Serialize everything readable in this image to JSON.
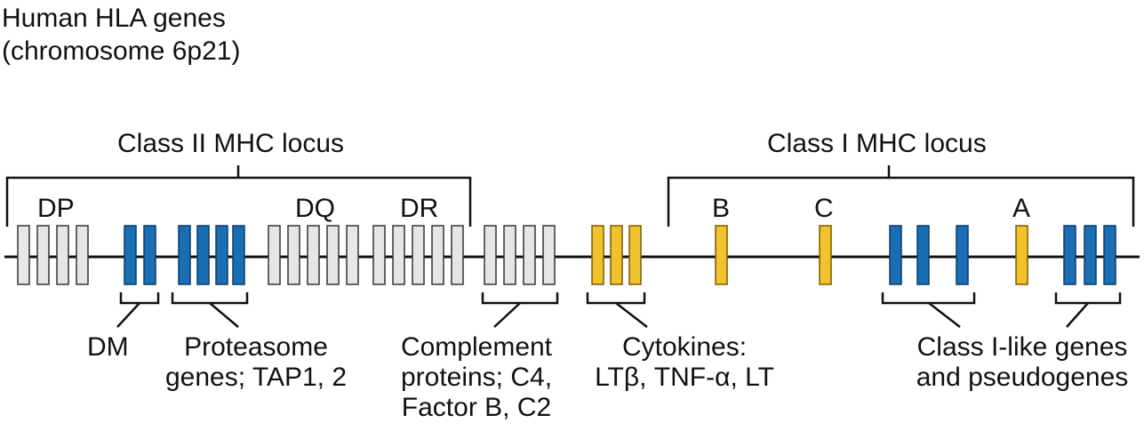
{
  "title": {
    "line1": "Human HLA genes",
    "line2": "(chromosome 6p21)"
  },
  "loci": {
    "class2": "Class II MHC locus",
    "class1": "Class I MHC locus"
  },
  "gene_labels": {
    "dp": "DP",
    "dq": "DQ",
    "dr": "DR",
    "b": "B",
    "c": "C",
    "a": "A"
  },
  "groups": {
    "dm": "DM",
    "proteasome_1": "Proteasome",
    "proteasome_2": "genes; TAP1, 2",
    "complement_1": "Complement",
    "complement_2": "proteins; C4,",
    "complement_3": "Factor B, C2",
    "cytokines_1": "Cytokines:",
    "cytokines_2": "LTβ, TNF-α, LT",
    "class1like_1": "Class I-like genes",
    "class1like_2": "and pseudogenes"
  },
  "colors": {
    "class2_gene": "#e6e6e6",
    "related_gene": "#1a6fb4",
    "class1_gene": "#f2c12e",
    "line": "#111111"
  },
  "gene_types": [
    "class-II",
    "DM",
    "proteasome",
    "complement",
    "cytokine",
    "class-I",
    "class-I-like"
  ]
}
